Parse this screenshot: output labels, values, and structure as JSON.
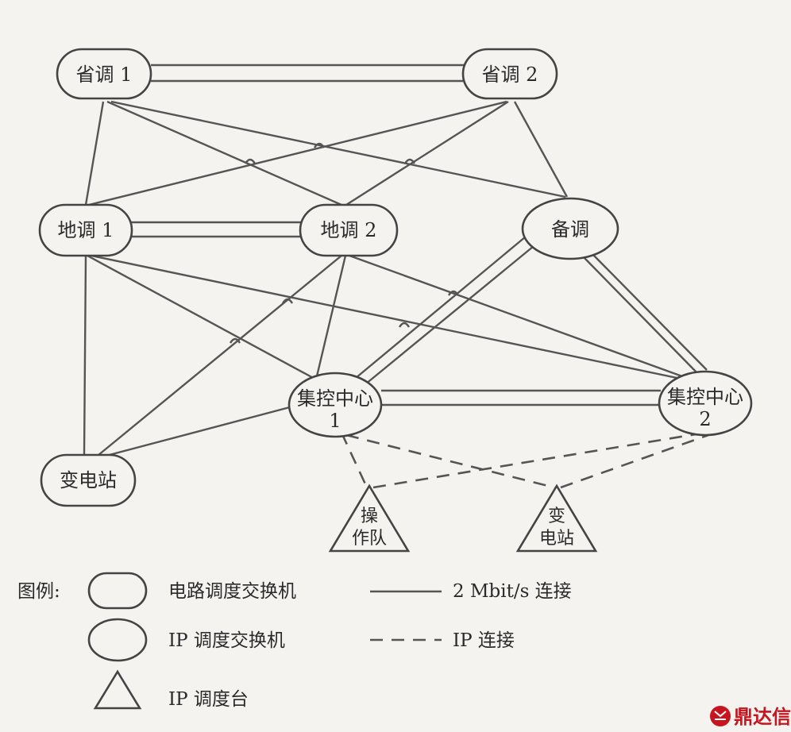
{
  "nodes": {
    "sd1": "省调 1",
    "sd2": "省调 2",
    "dd1": "地调 1",
    "dd2": "地调 2",
    "bd": "备调",
    "jk1_line1": "集控中心",
    "jk1_line2": "1",
    "jk2_line1": "集控中心",
    "jk2_line2": "2",
    "bdz": "变电站",
    "czd_line1": "操",
    "czd_line2": "作队",
    "bdz2_line1": "变",
    "bdz2_line2": "电站"
  },
  "legend": {
    "title": "图例:",
    "circuit_switch": "电路调度交换机",
    "ip_switch": "IP 调度交换机",
    "ip_console": "IP 调度台",
    "link_2m": "2 Mbit/s 连接",
    "link_ip": "IP 连接"
  },
  "watermark": "鼎达信",
  "colors": {
    "line": "#555555",
    "watermark": "#c8141e",
    "background": "#f4f3ef"
  }
}
